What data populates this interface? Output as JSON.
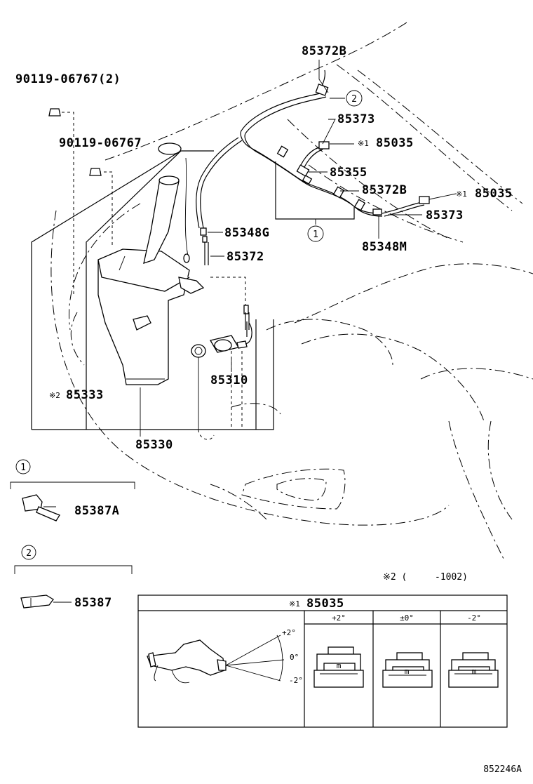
{
  "labels": {
    "p_85372b_top": "85372B",
    "p_90119_2": "90119-06767(2)",
    "p_90119": "90119-06767",
    "p_85373_top": "85373",
    "p_85035_a": "85035",
    "p_85355": "85355",
    "p_85372b_mid": "85372B",
    "p_85035_b": "85035",
    "p_85373_mid": "85373",
    "p_85348g": "85348G",
    "p_85348m": "85348M",
    "p_85372": "85372",
    "p_85310": "85310",
    "p_85333": "85333",
    "p_85330": "85330",
    "p_85387a": "85387A",
    "p_85387": "85387"
  },
  "marks": {
    "ref1": "※1",
    "ref2": "※2",
    "circle1": "1",
    "circle2": "2"
  },
  "note": {
    "prefix": "※2 (",
    "suffix": "-1002)"
  },
  "table": {
    "title_mark": "※1",
    "title": "85035",
    "headers": [
      "+2°",
      "±0°",
      "-2°"
    ],
    "angle_plus": "+2°",
    "angle_zero": "0°",
    "angle_minus": "-2°",
    "box_text": "m"
  },
  "figure_id": "852246A"
}
